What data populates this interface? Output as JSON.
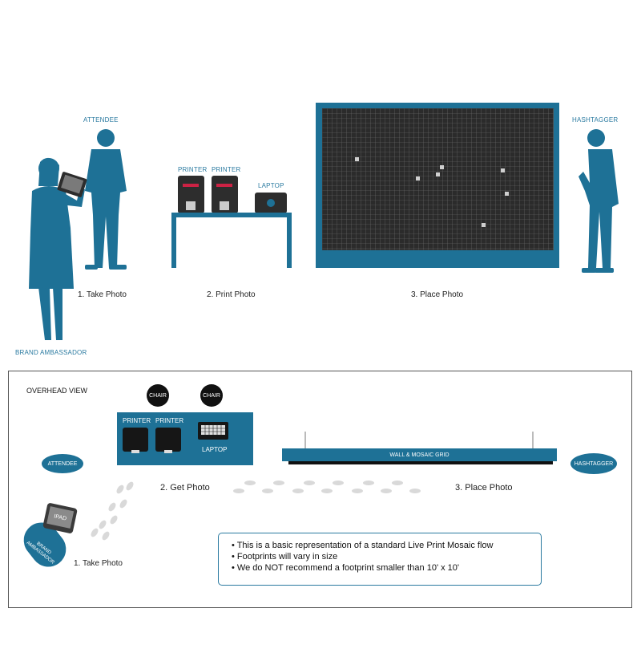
{
  "top": {
    "attendee_label": "ATTENDEE",
    "brand_ambassador_label": "BRAND AMBASSADOR",
    "printer1_label": "PRINTER",
    "printer2_label": "PRINTER",
    "laptop_label": "LAPTOP",
    "hashtagger_label": "HASHTAGGER",
    "step1": "1. Take Photo",
    "step2": "2. Print Photo",
    "step3": "3. Place Photo"
  },
  "overhead": {
    "title": "OVERHEAD VIEW",
    "chair1": "CHAIR",
    "chair2": "CHAIR",
    "printer1_label": "PRINTER",
    "printer2_label": "PRINTER",
    "laptop_label": "LAPTOP",
    "attendee_label": "ATTENDEE",
    "ipad_label": "IPAD",
    "brand_ambassador_label": "BRAND AMBASSADOR",
    "wall_label": "WALL & MOSAIC GRID",
    "hashtagger_label": "HASHTAGGER",
    "step1": "1. Take Photo",
    "step2": "2. Get Photo",
    "step3": "3. Place Photo"
  },
  "notes": [
    "• This is a basic representation of a standard Live Print Mosaic flow",
    "• Footprints will vary in size",
    "• We do NOT recommend a footprint smaller than 10' x 10'"
  ],
  "colors": {
    "accent": "#1e7196",
    "label": "#2a7aa0",
    "grid_bg": "#2b2b2b"
  }
}
